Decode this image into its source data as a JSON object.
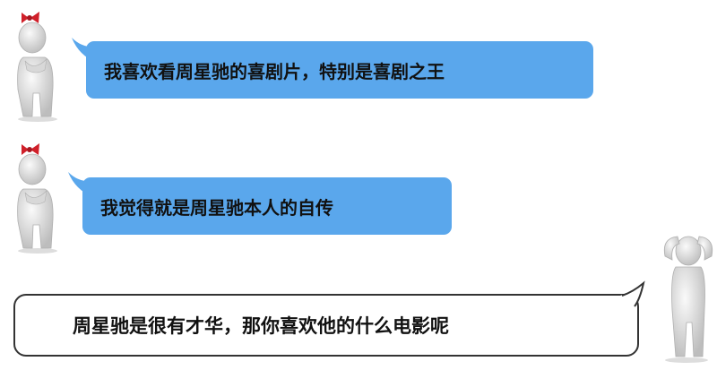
{
  "messages": [
    {
      "text": "我喜欢看周星驰的喜剧片，特别是喜剧之王",
      "speaker": "girl"
    },
    {
      "text": "我觉得就是周星驰本人的自传",
      "speaker": "girl"
    },
    {
      "text": "周星驰是很有才华，那你喜欢他的什么电影呢",
      "speaker": "thinker"
    }
  ],
  "colors": {
    "bubble_fill": "#5aa7ec",
    "bubble_text": "#111111",
    "reply_border": "#333333",
    "bow": "#d0202a",
    "figure_body": "#e6e6e6"
  },
  "icons": {
    "speaker_girl": "figure-with-red-bow-icon",
    "speaker_thinker": "figure-hands-on-head-icon"
  }
}
